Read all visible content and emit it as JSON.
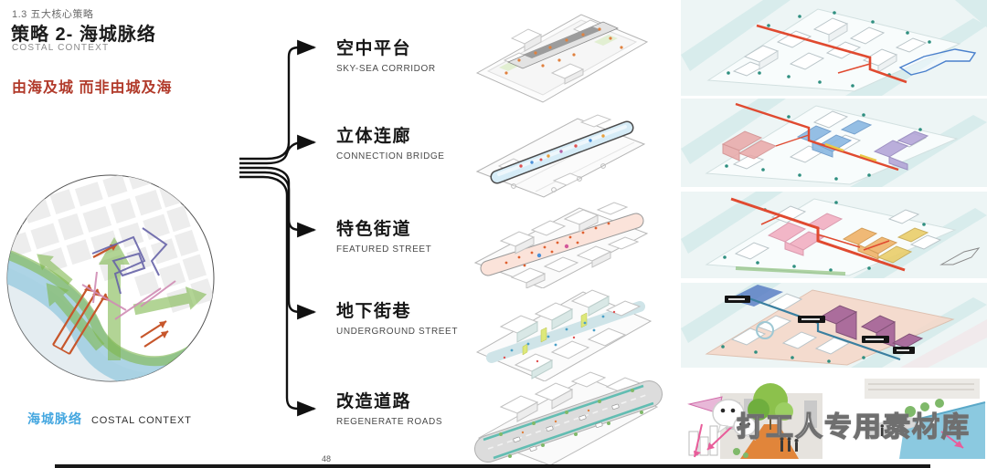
{
  "header": {
    "eyebrow": "1.3 五大核心策略",
    "title": "策略 2- 海城脉络",
    "subtitle": "COSTAL CONTEXT",
    "tagline": "由海及城 而非由城及海"
  },
  "legend": {
    "zh": "海城脉络",
    "en": "COSTAL CONTEXT"
  },
  "strategies": [
    {
      "zh": "空中平台",
      "en": "SKY-SEA  CORRIDOR"
    },
    {
      "zh": "立体连廊",
      "en": "CONNECTION BRIDGE"
    },
    {
      "zh": "特色街道",
      "en": "FEATURED STREET"
    },
    {
      "zh": "地下街巷",
      "en": "UNDERGROUND STREET"
    },
    {
      "zh": "改造道路",
      "en": "REGENERATE ROADS"
    }
  ],
  "diagrams": [
    "sky-platform-axon",
    "connection-bridge-axon",
    "featured-street-axon",
    "underground-street-axon",
    "regenerate-road-axon"
  ],
  "watermark": {
    "icon": "wechat-icon",
    "text": "打工人专用素材库"
  },
  "page_number": "48",
  "colors": {
    "accent_red": "#b13a2a",
    "legend_blue": "#45a7e0",
    "corridor_red": "#e04a30",
    "branch_black": "#111111",
    "water_blue": "#9fcde0",
    "green_arrow": "#7fb84f"
  }
}
